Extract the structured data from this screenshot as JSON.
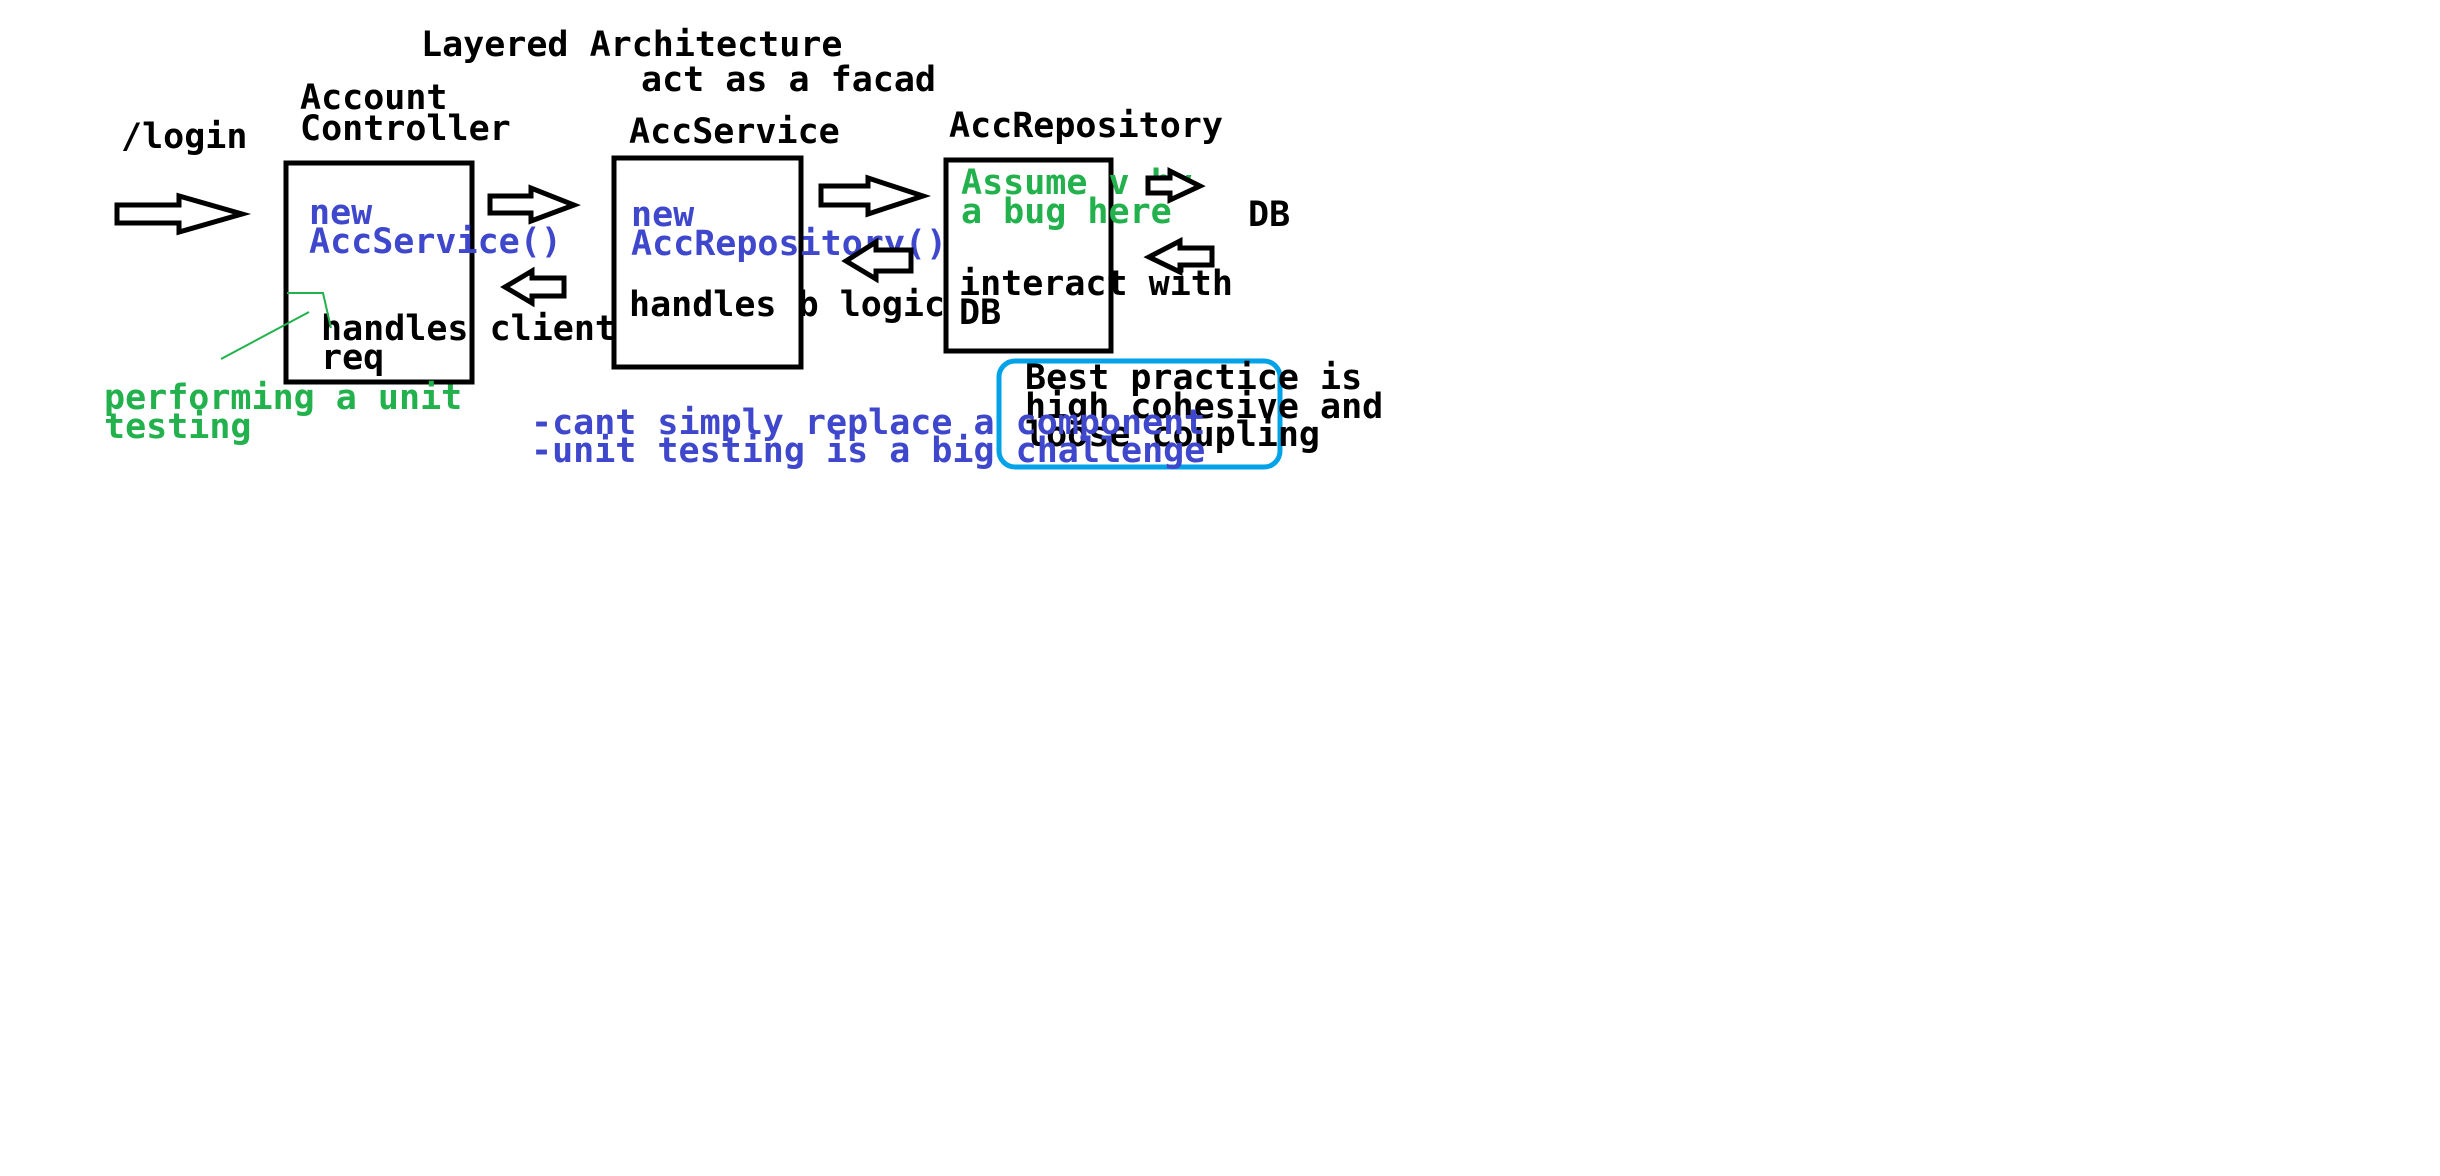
{
  "title": "Layered Architecture",
  "facade_note": "act as a facad",
  "login": "/login",
  "db": "DB",
  "controller": {
    "label_lines": [
      "Account",
      "Controller"
    ],
    "code_lines": [
      "new",
      "AccService()"
    ],
    "desc_lines": [
      "handles client",
      "req"
    ]
  },
  "service": {
    "label": "AccService",
    "code_lines": [
      "new",
      "AccRepository()"
    ],
    "desc": "handles b logic"
  },
  "repository": {
    "label": "AccRepository",
    "bug_lines": [
      "Assume v hv",
      "a bug here"
    ],
    "desc_lines": [
      "interact with",
      "DB"
    ]
  },
  "unit_test_note": [
    "performing a unit",
    "testing"
  ],
  "problems": [
    "-cant simply replace a component",
    "-unit testing is a big challenge"
  ],
  "best_practice": [
    "Best practice is",
    "high cohesive and",
    "loose coupling"
  ],
  "colors": {
    "text": "#000000",
    "code": "#3f48cc",
    "note_green": "#22b14c",
    "highlight_border": "#00a2e8"
  }
}
